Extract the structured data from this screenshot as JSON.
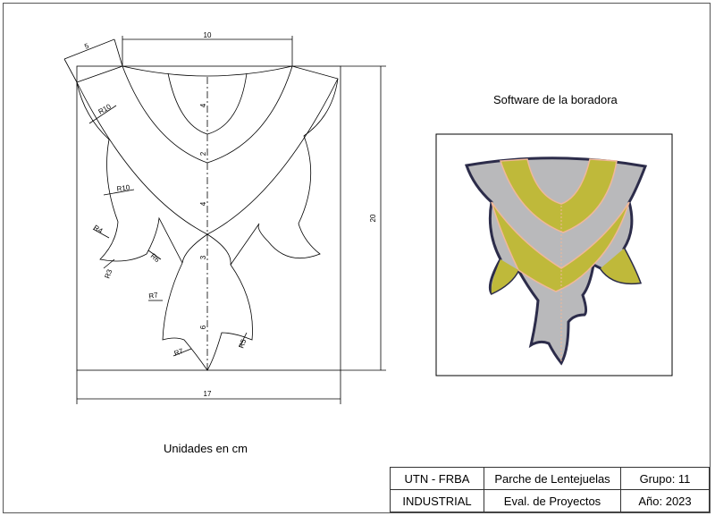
{
  "drawing": {
    "right_caption": "Software de la boradora",
    "units_caption": "Unidades en cm",
    "dimensions": {
      "top_width": "10",
      "corner": "5",
      "height": "20",
      "bottom_width": "17",
      "axis_4a": "4",
      "axis_2": "2",
      "axis_4b": "4",
      "axis_3": "3",
      "axis_6": "6"
    },
    "radii": {
      "r10_top": "R10",
      "r10_side": "R10",
      "r4": "R4",
      "r6": "R6",
      "r3": "R3",
      "r7_top": "R7",
      "r7_bottom": "R7",
      "r5": "R5"
    }
  },
  "title_block": {
    "institution": "UTN - FRBA",
    "project": "Parche de Lentejuelas",
    "group": "Grupo: 11",
    "department": "INDUSTRIAL",
    "course": "Eval. de Proyectos",
    "year": "Año: 2023"
  },
  "colors": {
    "gray_fill": "#b9b9bb",
    "olive_fill": "#bfb93a",
    "outline_navy": "#2c2c4a",
    "stitch_peach": "#f0b89a"
  }
}
